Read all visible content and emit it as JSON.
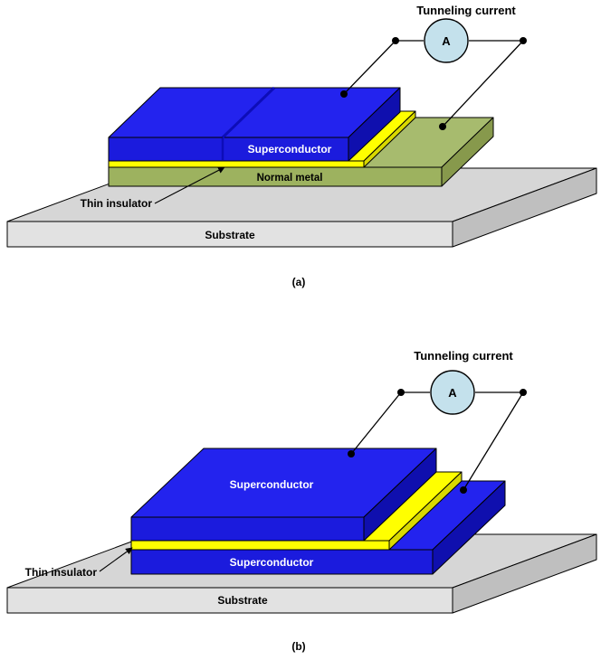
{
  "colors": {
    "background": "#ffffff",
    "gray_top": "#d6d6d6",
    "gray_front": "#e2e2e2",
    "gray_side": "#bfbfbf",
    "green_top": "#a7bb6e",
    "green_front": "#9db25f",
    "green_side": "#87994c",
    "blue_top": "#2323ee",
    "blue_front": "#1b1bdd",
    "blue_side": "#0f0fae",
    "blue_divider": "#0d0db8",
    "yellow": "#ffff00",
    "yellow_side": "#d8d800",
    "ammeter_fill": "#c4e1ec",
    "wire": "#000000"
  },
  "panel_a": {
    "tunneling_current_label": "Tunneling current",
    "ammeter_label": "A",
    "superconductor_label": "Superconductor",
    "normal_metal_label": "Normal metal",
    "thin_insulator_label": "Thin insulator",
    "substrate_label": "Substrate",
    "caption": "(a)"
  },
  "panel_b": {
    "tunneling_current_label": "Tunneling current",
    "ammeter_label": "A",
    "top_superconductor_label": "Superconductor",
    "bottom_superconductor_label": "Superconductor",
    "thin_insulator_label": "Thin insulator",
    "substrate_label": "Substrate",
    "caption": "(b)"
  }
}
